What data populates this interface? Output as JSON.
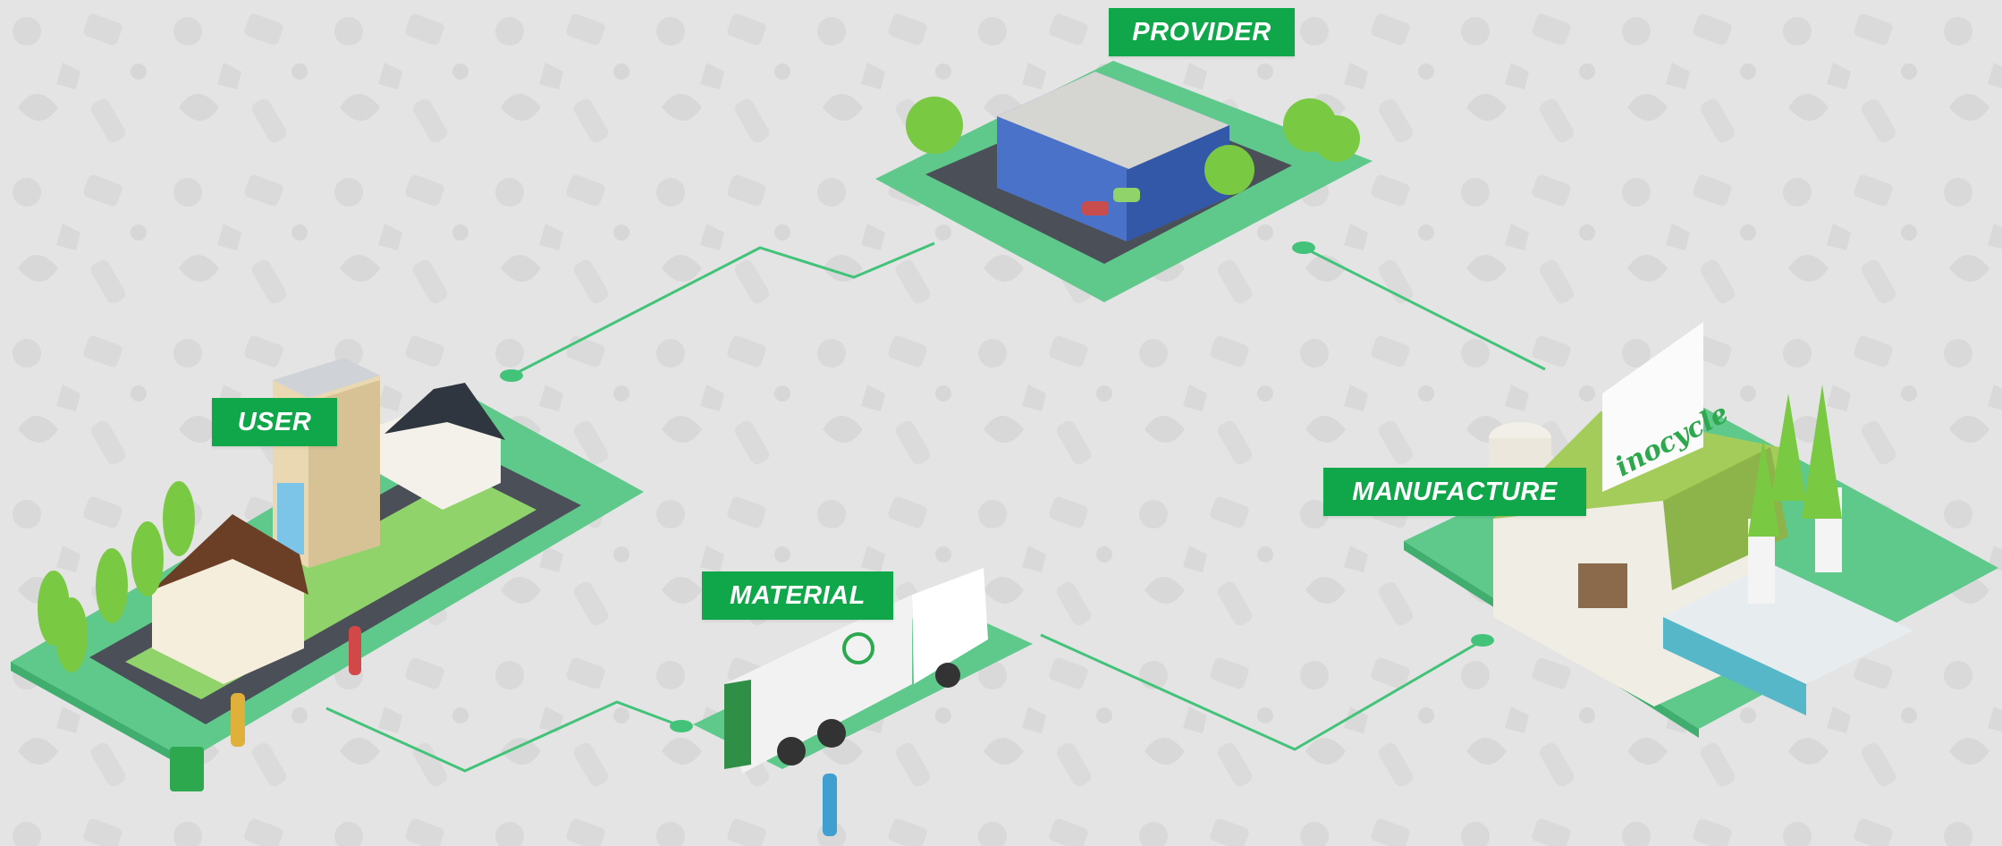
{
  "nodes": {
    "provider": {
      "label": "PROVIDER"
    },
    "user": {
      "label": "USER"
    },
    "material": {
      "label": "MATERIAL"
    },
    "manufacture": {
      "label": "MANUFACTURE"
    }
  },
  "factory_sign": {
    "text": "inocycle"
  },
  "colors": {
    "label_bg": "#10a64a",
    "label_text": "#ffffff",
    "connector": "#43c37a",
    "ground": "#5fc98b",
    "background": "#e4e4e4"
  }
}
